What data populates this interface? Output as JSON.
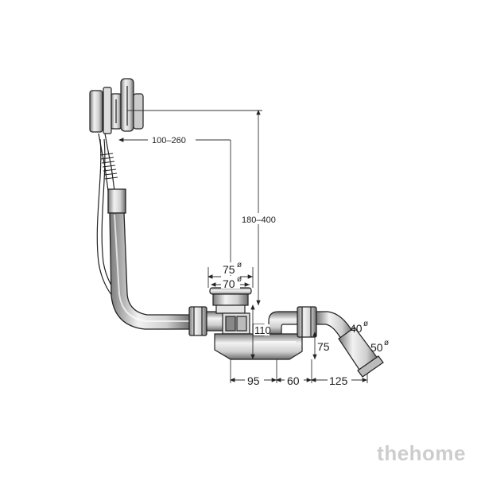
{
  "dimensions": {
    "horizontal_overflow": "100–260",
    "vertical_height": "180–400",
    "outer_diameter_top": "75",
    "inner_diameter_top": "70",
    "height_110": "110",
    "height_75": "75",
    "base_95": "95",
    "base_60": "60",
    "base_125": "125",
    "outlet_40": "40",
    "outlet_50": "50",
    "diameter_symbol": "ø"
  },
  "watermark": "thehome"
}
